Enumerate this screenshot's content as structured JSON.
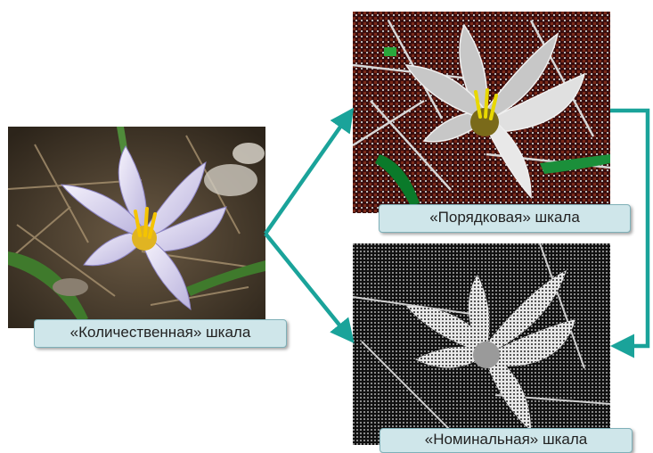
{
  "captions": {
    "quantitative": "«Количественная» шкала",
    "ordinal": "«Порядковая» шкала",
    "nominal": "«Номинальная» шкала"
  },
  "images": {
    "original": "crocus-flower-photo",
    "ordinal": "crocus-flower-posterized",
    "nominal": "crocus-flower-halftone-bw"
  },
  "colors": {
    "arrow": "#1aa39a",
    "caption_bg": "#cfe6ea",
    "caption_border": "#7fb0b8"
  }
}
